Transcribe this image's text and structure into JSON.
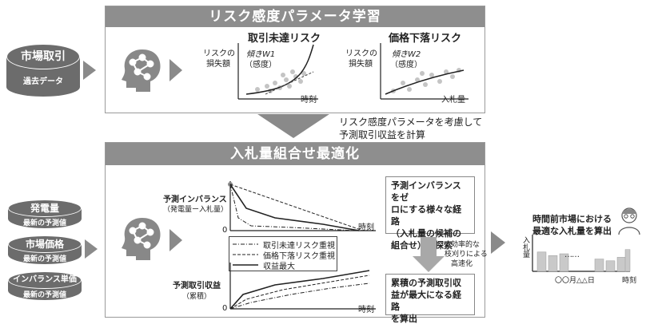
{
  "left_sources": {
    "market_trade": {
      "title": "市場取引",
      "subtitle": "過去データ"
    },
    "power_generation": {
      "title": "発電量",
      "subtitle": "最新の予測値"
    },
    "market_price": {
      "title": "市場価格",
      "subtitle": "最新の予測値"
    },
    "imbalance_price": {
      "title": "インバランス単価",
      "subtitle": "最新の予測値"
    }
  },
  "learning_panel": {
    "title": "リスク感度パラメータ学習",
    "chart_left": {
      "title": "取引未達リスク",
      "ylabel_line1": "リスクの",
      "ylabel_line2": "損失額",
      "slope_line1": "傾きW1",
      "slope_line2": "（感度）",
      "xlabel": "時刻"
    },
    "chart_right": {
      "title": "価格下落リスク",
      "ylabel_line1": "リスクの",
      "ylabel_line2": "損失額",
      "slope_line1": "傾きW2",
      "slope_line2": "（感度）",
      "xlabel": "入札量"
    }
  },
  "middle_note": {
    "line1": "リスク感度パラメータを考慮して",
    "line2": "予測取引収益を計算"
  },
  "optimization_panel": {
    "title": "入札量組合せ最適化",
    "chart_top": {
      "ylabel_line1": "予測インバランス",
      "ylabel_line2": "（発電量ー入札量）",
      "origin": "0",
      "xlabel": "時刻"
    },
    "chart_bottom": {
      "ylabel_line1": "予測取引収益",
      "ylabel_line2": "（累積）",
      "origin": "0",
      "xlabel": "時刻"
    },
    "legend": [
      "取引未達リスク重視",
      "価格下落リスク重視",
      "収益最大"
    ],
    "box_top": [
      "予測インバランスをゼ",
      "ロにする様々な経路",
      "（入札量の候補の",
      "組合せ）を探索"
    ],
    "search_note": [
      "効率的な",
      "枝刈りによる",
      "高速化"
    ],
    "box_bottom": [
      "累積の予測取引収",
      "益が最大になる経路",
      "を算出"
    ]
  },
  "output": {
    "title_line1": "時間前市場における",
    "title_line2": "最適な入札量を算出",
    "ylabel": "入札量",
    "xlabel": "時刻",
    "date_label": "〇〇月△△日",
    "ellipsis": "……",
    "bar_heights": [
      0.55,
      0.45,
      0.5,
      0.35,
      0.3,
      0.4,
      0.62
    ]
  }
}
